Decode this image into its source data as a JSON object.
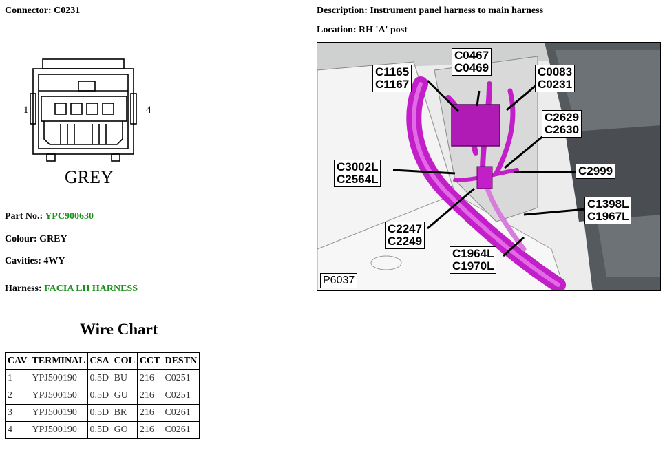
{
  "header": {
    "connector_label": "Connector: C0231",
    "description_label": "Description: Instrument panel harness to main harness",
    "location_label": "Location: RH 'A' post"
  },
  "connector": {
    "pin_left": "1",
    "pin_right": "4",
    "colour_text": "GREY"
  },
  "details": {
    "part_no_label": "Part No.: ",
    "part_no_value": "YPC900630",
    "colour": "Colour: GREY",
    "cavities": "Cavities: 4WY",
    "harness_label": "Harness: ",
    "harness_value": "FACIA LH HARNESS"
  },
  "wire_chart": {
    "title": "Wire Chart",
    "columns": [
      "CAV",
      "TERMINAL",
      "CSA",
      "COL",
      "CCT",
      "DESTN"
    ],
    "rows": [
      [
        "1",
        "YPJ500190",
        "0.5D",
        "BU",
        "216",
        "C0251"
      ],
      [
        "2",
        "YPJ500150",
        "0.5D",
        "GU",
        "216",
        "C0251"
      ],
      [
        "3",
        "YPJ500190",
        "0.5D",
        "BR",
        "216",
        "C0261"
      ],
      [
        "4",
        "YPJ500190",
        "0.5D",
        "GO",
        "216",
        "C0261"
      ]
    ]
  },
  "photo": {
    "id": "P6037",
    "callouts": {
      "c1165": "C1165\nC1167",
      "c0467": "C0467\nC0469",
      "c0083": "C0083\nC0231",
      "c2629": "C2629\nC2630",
      "c3002": "C3002L\nC2564L",
      "c2999": "C2999",
      "c1398": "C1398L\nC1967L",
      "c2247": "C2247\nC2249",
      "c1964": "C1964L\nC1970L"
    }
  },
  "colors": {
    "harness_magenta": "#c21fc8",
    "value_green": "#1a8f1a"
  }
}
